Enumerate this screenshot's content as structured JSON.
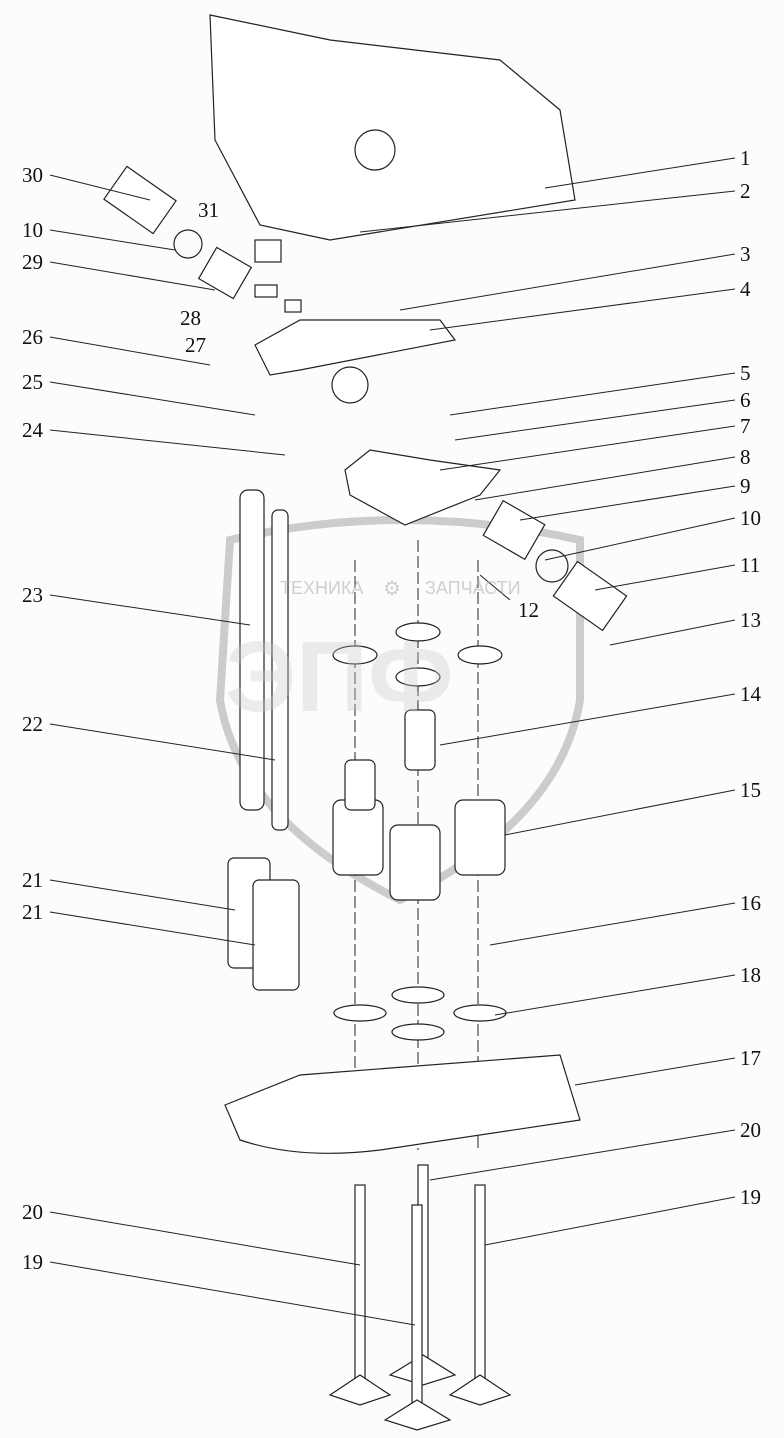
{
  "watermark": {
    "line1": "ТЕХНИКА",
    "gear": "⚙",
    "line2": "ЗАПЧАСТИ",
    "big": "ЭПФ"
  },
  "labels": {
    "left": [
      "30",
      "10",
      "29",
      "31",
      "28",
      "27",
      "26",
      "25",
      "24",
      "23",
      "22",
      "21",
      "21",
      "20",
      "19"
    ],
    "right": [
      "1",
      "2",
      "3",
      "4",
      "5",
      "6",
      "7",
      "8",
      "9",
      "10",
      "11",
      "12",
      "13",
      "14",
      "15",
      "16",
      "18",
      "17",
      "20",
      "19"
    ]
  }
}
